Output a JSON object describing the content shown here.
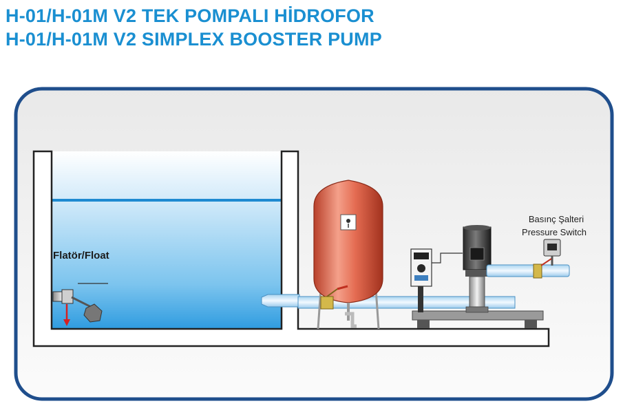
{
  "title_tr": "H-01/H-01M  V2 TEK POMPALI  HİDROFOR",
  "title_en": "H-01/H-01M  V2 SIMPLEX BOOSTER PUMP",
  "labels": {
    "float": "Flatör/Float",
    "pressure_switch_tr": "Basınç Şalteri",
    "pressure_switch_en": "Pressure Switch"
  },
  "colors": {
    "title": "#1a8fd1",
    "frame_border": "#1f4e8c",
    "water": "#3aa5e0",
    "water_surface": "#1d8ad1",
    "tank": "#e0644a",
    "pipe": "#cfe8f8",
    "valve": "#d4b84a",
    "float_arrow": "#d62020"
  }
}
